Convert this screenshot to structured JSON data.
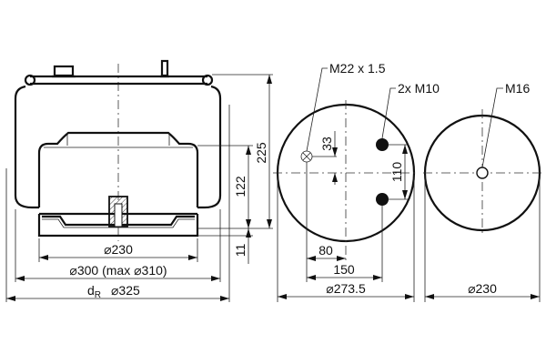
{
  "side_view": {
    "height_total": "225",
    "height_piston": "122",
    "height_base": "11",
    "dia_piston": "⌀230",
    "dia_bellows": "⌀300 (max ⌀310)",
    "dia_rolling_prefix": "d",
    "dia_rolling_sub": "R",
    "dia_rolling": "⌀325"
  },
  "top_plate_view": {
    "air_port_label": "M22 x 1.5",
    "bolts_label": "2x M10",
    "offset_33": "33",
    "bolt_spacing": "110",
    "offset_80": "80",
    "offset_150": "150",
    "diameter": "⌀273.5"
  },
  "piston_view": {
    "thread_label": "M16",
    "diameter": "⌀230"
  }
}
